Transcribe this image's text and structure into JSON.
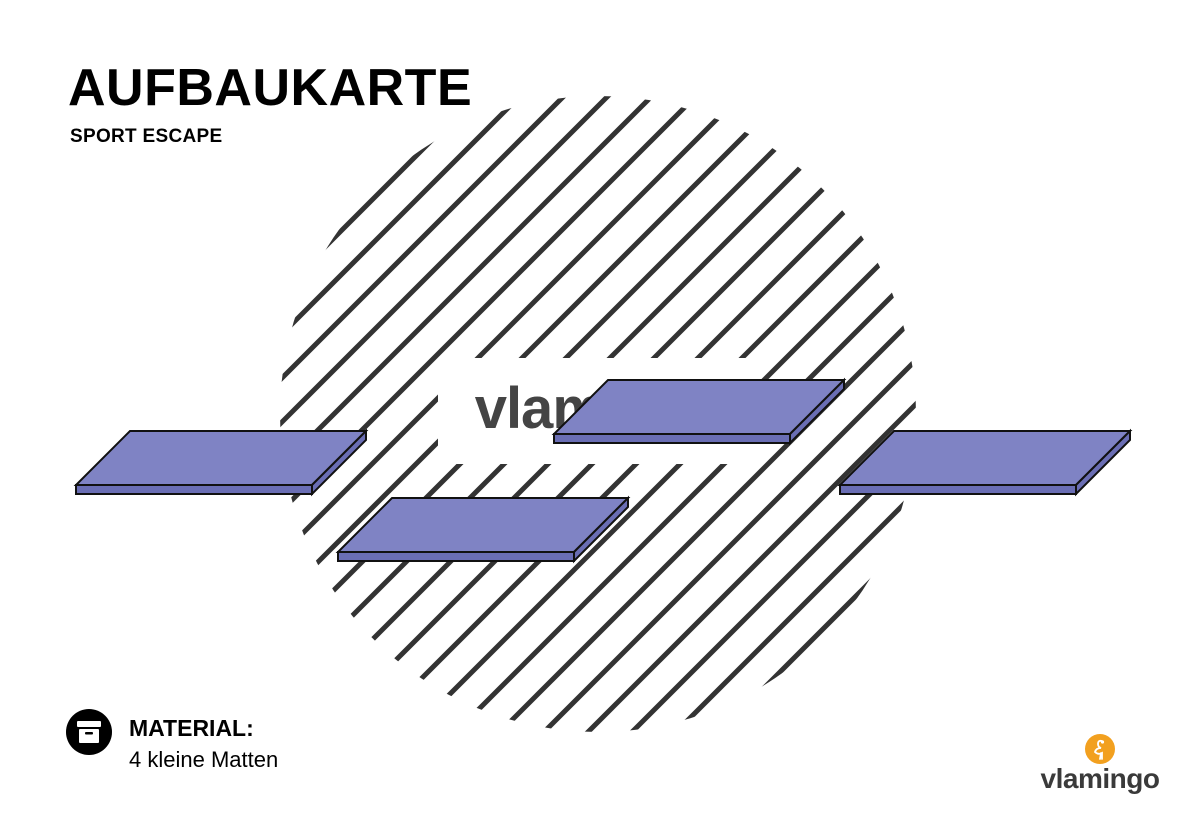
{
  "header": {
    "title": "AUFBAUKARTE",
    "subtitle": "SPORT ESCAPE"
  },
  "diagram": {
    "watermark_logo": "vlamingo",
    "mats": [
      {
        "name": "mat-left"
      },
      {
        "name": "mat-top-center"
      },
      {
        "name": "mat-bottom-center"
      },
      {
        "name": "mat-right"
      }
    ],
    "colors": {
      "mat_fill": "#7f83c4",
      "mat_side": "#6a6eb4",
      "stripes": "#333333",
      "logo": "#444444"
    }
  },
  "material": {
    "icon": "box-icon",
    "label": "MATERIAL:",
    "value": "4 kleine Matten"
  },
  "brand": {
    "icon": "flamingo-icon",
    "name": "vlamingo",
    "accent": "#f2a01f"
  }
}
